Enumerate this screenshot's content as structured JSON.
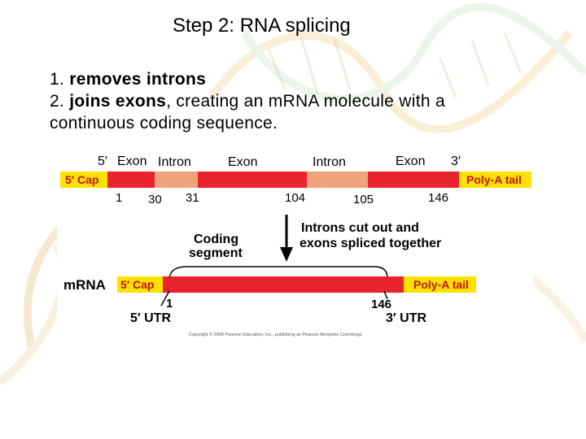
{
  "slide": {
    "title": "Step 2: RNA splicing",
    "bullets": [
      {
        "num": "1.",
        "bold": "removes introns",
        "rest": ""
      },
      {
        "num": "2.",
        "bold": "joins exons",
        "rest": ", creating an mRNA molecule with a"
      }
    ],
    "bullet_continuation": "continuous coding sequence."
  },
  "diagram": {
    "pre_mrna": {
      "end5": "5′",
      "end3": "3′",
      "cap": "5′ Cap",
      "tail": "Poly-A tail",
      "segments": [
        "Exon",
        "Intron",
        "Exon",
        "Intron",
        "Exon"
      ],
      "numbers": [
        "1",
        "30",
        "31",
        "104",
        "105",
        "146"
      ]
    },
    "process_label_line1": "Introns cut out and",
    "process_label_line2": "exons spliced together",
    "coding_segment_line1": "Coding",
    "coding_segment_line2": "segment",
    "mrna": {
      "label": "mRNA",
      "cap": "5′ Cap",
      "tail": "Poly-A tail",
      "num_start": "1",
      "num_end": "146",
      "utr5": "5′ UTR",
      "utr3": "3′ UTR"
    },
    "copyright": "Copyright © 2008 Pearson Education, Inc., publishing as Pearson Benjamin Cummings."
  },
  "colors": {
    "exon": "#e8232b",
    "intron": "#f0a37a",
    "cap_tail": "#ffe100",
    "helix": "#e7c080"
  }
}
